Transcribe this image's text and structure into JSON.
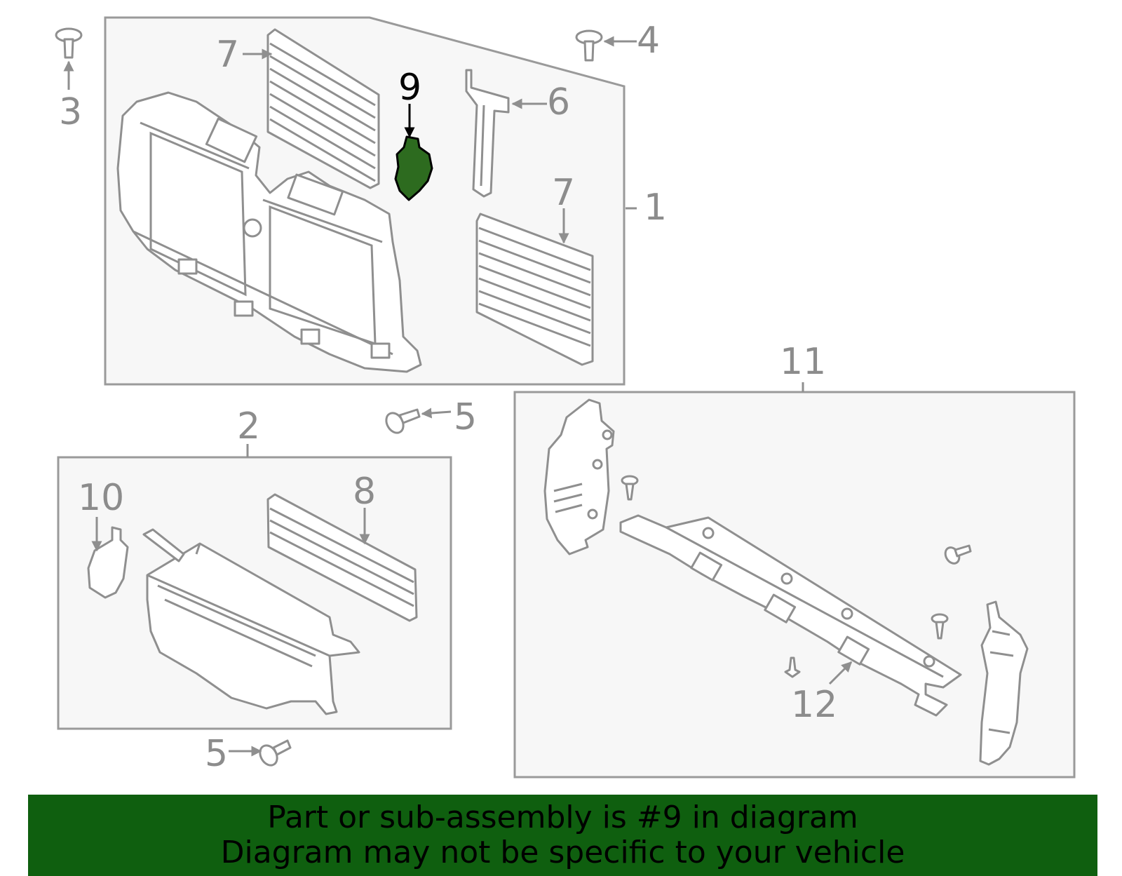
{
  "callouts": {
    "c1": "1",
    "c2": "2",
    "c3": "3",
    "c4": "4",
    "c5a": "5",
    "c5b": "5",
    "c6": "6",
    "c7a": "7",
    "c7b": "7",
    "c8": "8",
    "c9": "9",
    "c10": "10",
    "c11": "11",
    "c12": "12"
  },
  "highlight": {
    "part_number": "9",
    "color": "#2d6b1f",
    "outline": "#000000"
  },
  "banner": {
    "line1": "Part or sub-assembly is #9 in diagram",
    "line2": "Diagram may not be specific to your vehicle",
    "background": "#0f5f0f"
  }
}
